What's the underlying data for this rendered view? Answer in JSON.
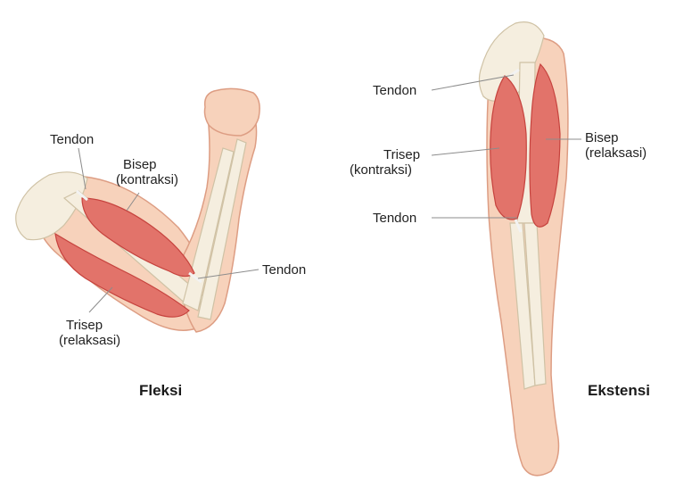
{
  "colors": {
    "skin": "#f7d2bb",
    "skin_outline": "#dd9d83",
    "bone": "#f5eedf",
    "muscle": "#e2736a",
    "muscle_dark": "#c6433e",
    "leader": "#8c8c8c"
  },
  "fleksi": {
    "caption": "Fleksi",
    "tendon_top": "Tendon",
    "bisep_1": "Bisep",
    "bisep_2": "(kontraksi)",
    "tendon_elbow": "Tendon",
    "trisep_1": "Trisep",
    "trisep_2": "(relaksasi)"
  },
  "ekstensi": {
    "caption": "Ekstensi",
    "tendon_top": "Tendon",
    "trisep_1": "Trisep",
    "trisep_2": "(kontraksi)",
    "bisep_1": "Bisep",
    "bisep_2": "(relaksasi)",
    "tendon_bottom": "Tendon"
  }
}
